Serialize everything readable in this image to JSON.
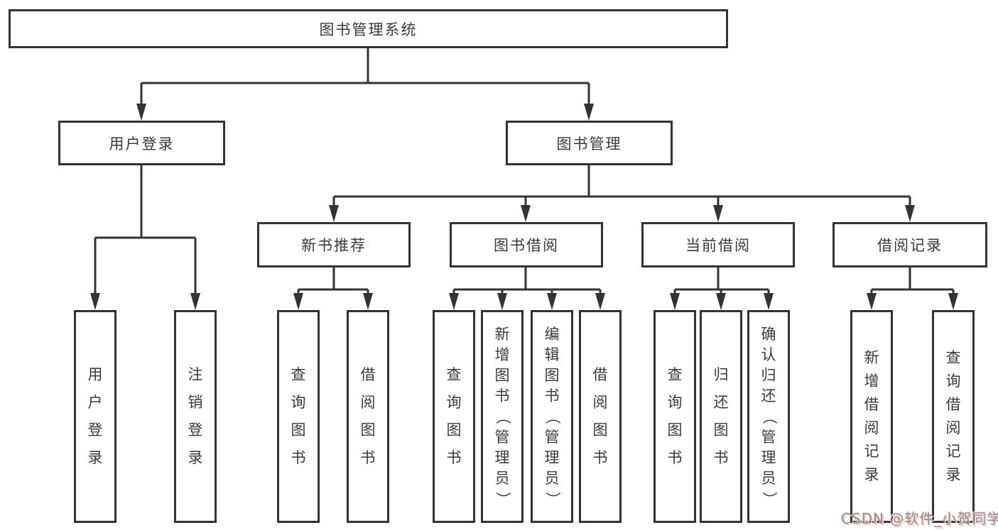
{
  "tree": {
    "root": "图书管理系统",
    "branches": [
      {
        "label": "用户登录",
        "leaves": [
          "用户登录",
          "注销登录"
        ]
      },
      {
        "label": "图书管理",
        "groups": [
          {
            "label": "新书推荐",
            "leaves": [
              "查询图书",
              "借阅图书"
            ]
          },
          {
            "label": "图书借阅",
            "leaves": [
              "查询图书",
              "新增图书（管理员）",
              "编辑图书（管理员）",
              "借阅图书"
            ]
          },
          {
            "label": "当前借阅",
            "leaves": [
              "查询图书",
              "归还图书",
              "确认归还（管理员）"
            ]
          },
          {
            "label": "借阅记录",
            "leaves": [
              "新增借阅记录",
              "查询借阅记录"
            ]
          }
        ]
      }
    ]
  },
  "watermark": "CSDN @软件_小贺同学",
  "colors": {
    "line": "#333333",
    "text": "#3a3a3a",
    "background": "#ffffff",
    "box_fill": "#ffffff",
    "watermark_text": "#8f8f8f",
    "watermark_highlight": "#f7c9c9"
  }
}
